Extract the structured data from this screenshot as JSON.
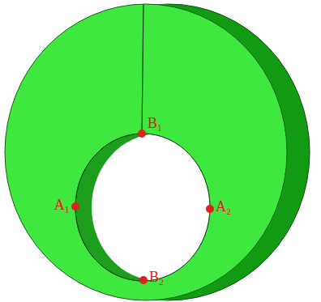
{
  "diagram": {
    "labels": [
      "B₁",
      "A₁",
      "A₂",
      "B₂"
    ]
  }
}
